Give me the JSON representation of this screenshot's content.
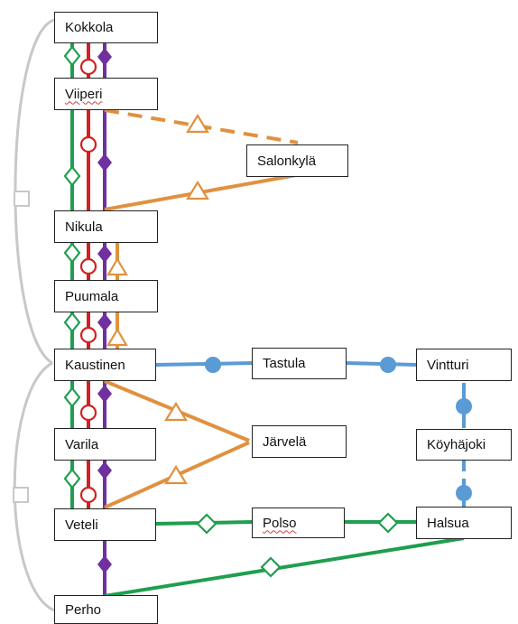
{
  "diagram": {
    "stations": {
      "kokkola": "Kokkola",
      "viiperi": "Viiperi",
      "salonkyla": "Salonkylä",
      "nikula": "Nikula",
      "puumala": "Puumala",
      "kaustinen": "Kaustinen",
      "tastula": "Tastula",
      "vintturi": "Vintturi",
      "varila": "Varila",
      "jarvela": "Järvelä",
      "koyhajoki": "Köyhäjoki",
      "veteli": "Veteli",
      "polso": "Polso",
      "halsua": "Halsua",
      "perho": "Perho"
    },
    "colors": {
      "green": "#1f9e4f",
      "red": "#d42020",
      "purple": "#7030a0",
      "orange": "#e0913f",
      "blue": "#5b9bd5",
      "gray": "#c8c8c8"
    },
    "symbols": {
      "green": "diamond-outline",
      "red": "circle-outline",
      "purple": "diamond-filled",
      "orange": "triangle-outline",
      "blue": "circle-filled",
      "gray": "square-outline"
    }
  }
}
